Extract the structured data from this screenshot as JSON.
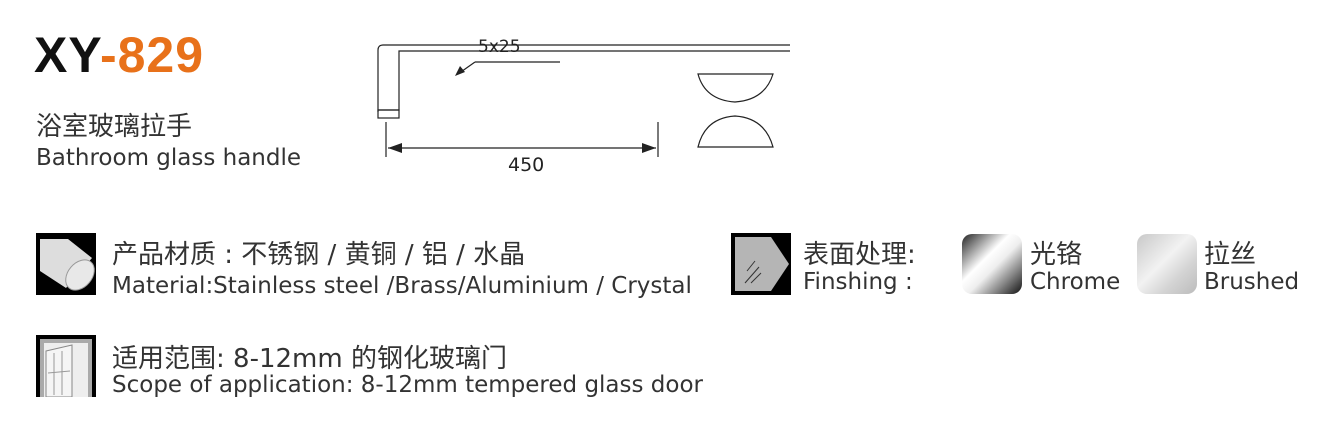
{
  "product": {
    "code_prefix": "XY",
    "code_suffix": "-829",
    "name_zh": "浴室玻璃拉手",
    "name_en": "Bathroom glass handle"
  },
  "drawing": {
    "section_label": "5x25",
    "length_label": "450"
  },
  "material": {
    "label_zh": "产品材质 : 不锈钢 / 黄铜 / 铝 / 水晶",
    "label_en": "Material:Stainless steel /Brass/Aluminium / Crystal"
  },
  "finishing": {
    "label_zh": "表面处理:",
    "label_en": "Finshing :",
    "options": [
      {
        "zh": "光铬",
        "en": "Chrome"
      },
      {
        "zh": "拉丝",
        "en": "Brushed"
      }
    ]
  },
  "scope": {
    "label_zh": "适用范围:  8-12mm 的钢化玻璃门",
    "label_en": "Scope of application: 8-12mm tempered glass door"
  },
  "colors": {
    "accent": "#e8711a"
  }
}
